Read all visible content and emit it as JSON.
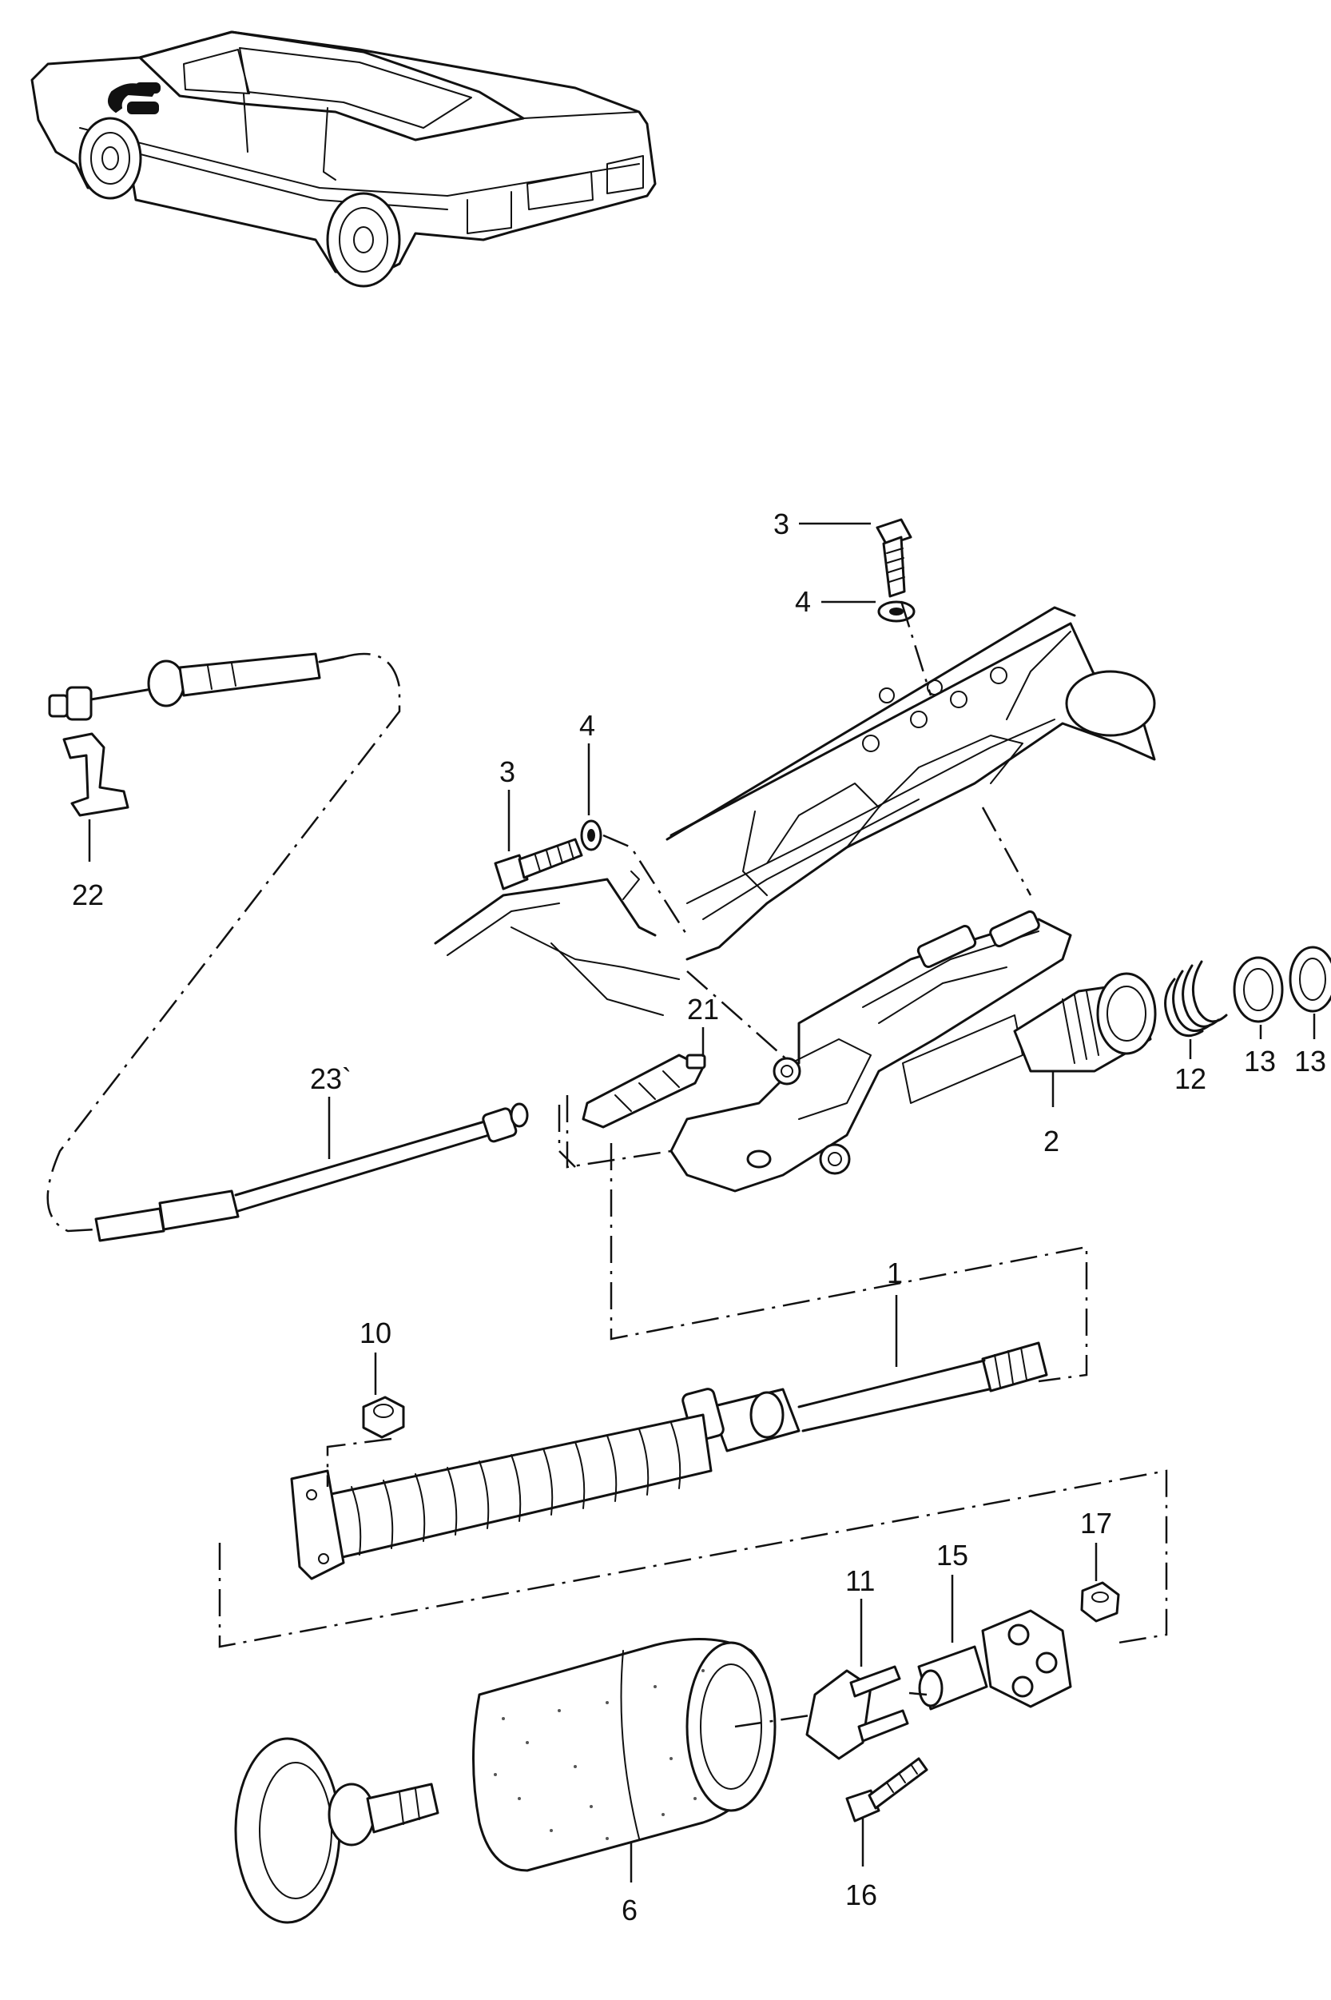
{
  "callouts": {
    "c1": "1",
    "c2": "2",
    "c3a": "3",
    "c3b": "3",
    "c4a": "4",
    "c4b": "4",
    "c6": "6",
    "c10": "10",
    "c11": "11",
    "c12": "12",
    "c13a": "13",
    "c13b": "13",
    "c15": "15",
    "c16": "16",
    "c17": "17",
    "c21": "21",
    "c22": "22",
    "c23": "23`"
  }
}
